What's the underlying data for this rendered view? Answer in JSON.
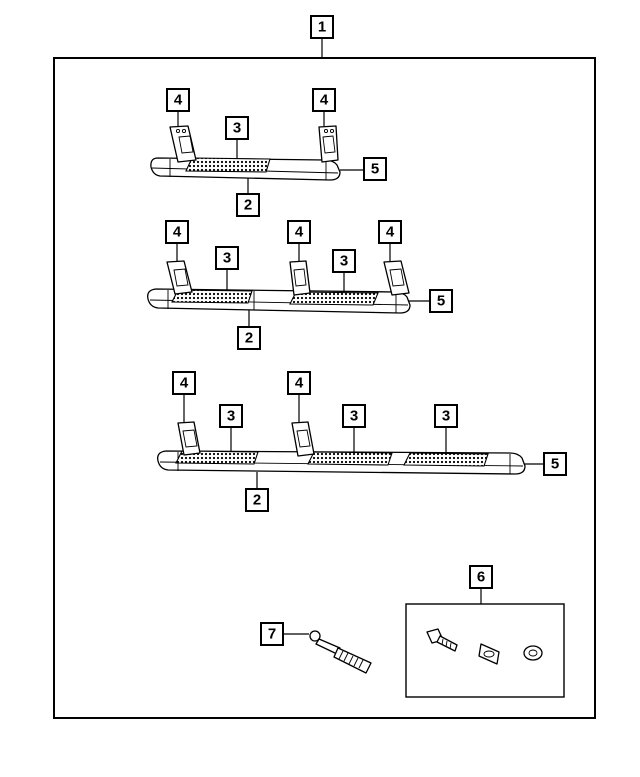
{
  "diagram": {
    "callouts": [
      {
        "id": "c1",
        "label": "1"
      },
      {
        "id": "c2a",
        "label": "2"
      },
      {
        "id": "c2b",
        "label": "2"
      },
      {
        "id": "c2c",
        "label": "2"
      },
      {
        "id": "c3a",
        "label": "3"
      },
      {
        "id": "c3b",
        "label": "3"
      },
      {
        "id": "c3c",
        "label": "3"
      },
      {
        "id": "c3d",
        "label": "3"
      },
      {
        "id": "c3e",
        "label": "3"
      },
      {
        "id": "c3f",
        "label": "3"
      },
      {
        "id": "c4a",
        "label": "4"
      },
      {
        "id": "c4b",
        "label": "4"
      },
      {
        "id": "c4c",
        "label": "4"
      },
      {
        "id": "c4d",
        "label": "4"
      },
      {
        "id": "c4e",
        "label": "4"
      },
      {
        "id": "c4f",
        "label": "4"
      },
      {
        "id": "c4g",
        "label": "4"
      },
      {
        "id": "c5a",
        "label": "5"
      },
      {
        "id": "c5b",
        "label": "5"
      },
      {
        "id": "c5c",
        "label": "5"
      },
      {
        "id": "c6",
        "label": "6"
      },
      {
        "id": "c7",
        "label": "7"
      }
    ]
  }
}
